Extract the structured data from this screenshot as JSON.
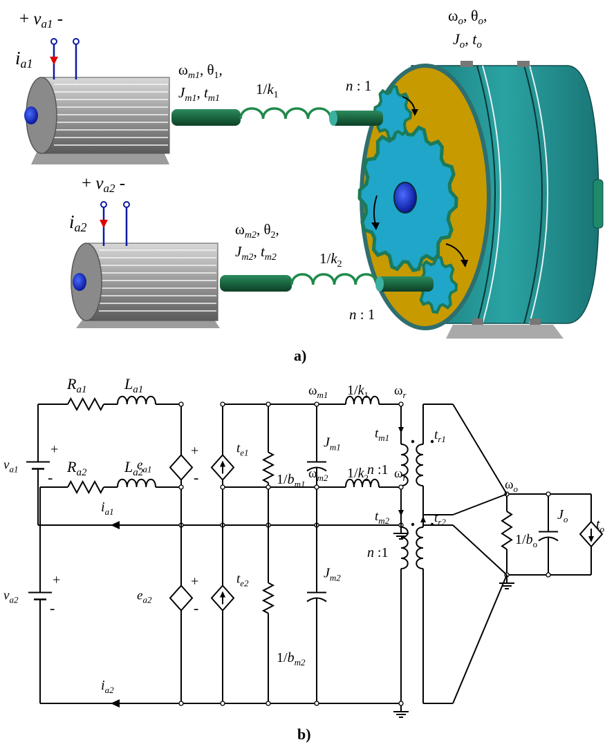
{
  "figure": {
    "top": {
      "caption": "a)",
      "motor1": {
        "voltage": {
          "pre": "+ ",
          "v": "v",
          "sub": "a1",
          "post": " -"
        },
        "current": {
          "v": "i",
          "sub": "a1"
        }
      },
      "motor2": {
        "voltage": {
          "pre": "+ ",
          "v": "v",
          "sub": "a2",
          "post": " -"
        },
        "current": {
          "v": "i",
          "sub": "a2"
        }
      },
      "shaft1_line1": {
        "w": "ω",
        "wsub": "m1",
        "th": "θ",
        "thsub": "1"
      },
      "shaft1_line2": {
        "J": "J",
        "Jsub": "m1",
        "t": "t",
        "tsub": "m1"
      },
      "shaft2_line1": {
        "w": "ω",
        "wsub": "m2",
        "th": "θ",
        "thsub": "2"
      },
      "shaft2_line2": {
        "J": "J",
        "Jsub": "m2",
        "t": "t",
        "tsub": "m2"
      },
      "spring1": {
        "pre": "1/",
        "k": "k",
        "sub": "1"
      },
      "spring2": {
        "pre": "1/",
        "k": "k",
        "sub": "2"
      },
      "ratio1": {
        "n": "n",
        "rest": " : 1"
      },
      "ratio2": {
        "n": "n",
        "rest": " : 1"
      },
      "load_line1": {
        "w": "ω",
        "wsub": "o",
        "th": "θ",
        "thsub": "o"
      },
      "load_line2": {
        "J": "J",
        "Jsub": "o",
        "t": "t",
        "tsub": "o"
      }
    },
    "bottom": {
      "caption": "b)",
      "c1": {
        "R": {
          "v": "R",
          "sub": "a1"
        },
        "L": {
          "v": "L",
          "sub": "a1"
        },
        "vsrc": {
          "v": "v",
          "sub": "a1"
        },
        "emf": {
          "v": "e",
          "sub": "a1"
        },
        "cur": {
          "v": "i",
          "sub": "a1"
        },
        "te": {
          "v": "t",
          "sub": "e1"
        },
        "b": {
          "pre": "1/",
          "v": "b",
          "sub": "m1"
        },
        "J": {
          "v": "J",
          "sub": "m1"
        },
        "wm": {
          "v": "ω",
          "sub": "m1"
        },
        "k": {
          "pre": "1/",
          "v": "k",
          "sub": "1"
        },
        "wr": {
          "v": "ω",
          "sub": "r"
        },
        "tm": {
          "v": "t",
          "sub": "m1"
        },
        "tr": {
          "v": "t",
          "sub": "r1"
        },
        "n": {
          "v": "n",
          "rest": " :1"
        }
      },
      "c2": {
        "R": {
          "v": "R",
          "sub": "a2"
        },
        "L": {
          "v": "L",
          "sub": "a2"
        },
        "vsrc": {
          "v": "v",
          "sub": "a2"
        },
        "emf": {
          "v": "e",
          "sub": "a2"
        },
        "cur": {
          "v": "i",
          "sub": "a2"
        },
        "te": {
          "v": "t",
          "sub": "e2"
        },
        "b": {
          "pre": "1/",
          "v": "b",
          "sub": "m2"
        },
        "J": {
          "v": "J",
          "sub": "m2"
        },
        "wm": {
          "v": "ω",
          "sub": "m2"
        },
        "k": {
          "pre": "1/",
          "v": "k",
          "sub": "2"
        },
        "wr": {
          "v": "ω",
          "sub": "r"
        },
        "tm": {
          "v": "t",
          "sub": "m2"
        },
        "tr": {
          "v": "t",
          "sub": "r2"
        },
        "n": {
          "v": "n",
          "rest": " :1"
        }
      },
      "load": {
        "wo": {
          "v": "ω",
          "sub": "o"
        },
        "b": {
          "pre": "1/",
          "v": "b",
          "sub": "o"
        },
        "J": {
          "v": "J",
          "sub": "o"
        },
        "t": {
          "v": "t",
          "sub": "o"
        }
      },
      "plus": "+",
      "minus": "-"
    }
  }
}
